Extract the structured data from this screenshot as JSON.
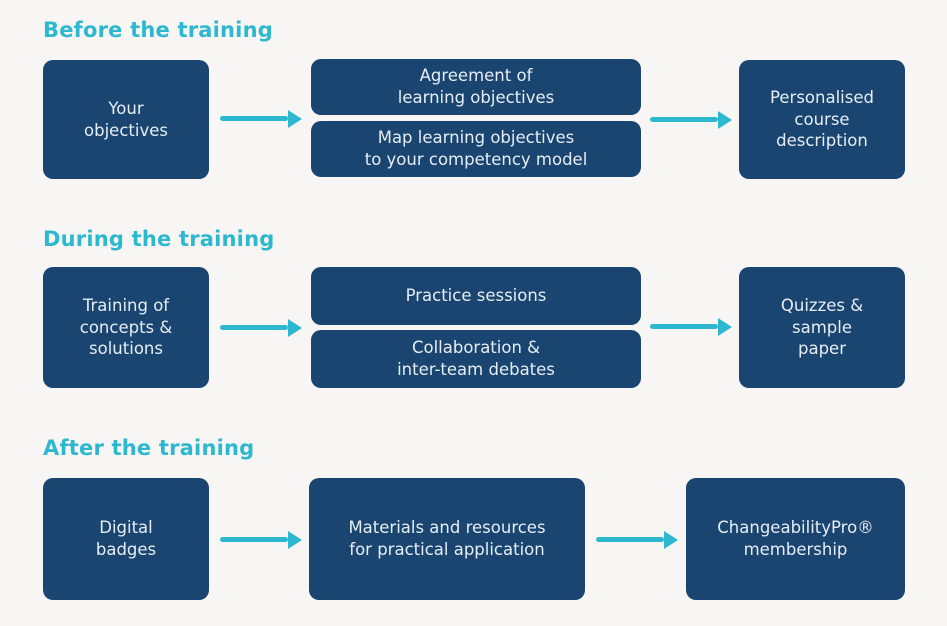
{
  "colors": {
    "background": "#f7f6f4",
    "box_fill": "#1a4570",
    "box_text": "#e6edf4",
    "accent": "#2eb8cf"
  },
  "sections": [
    {
      "heading": "Before the training",
      "left_box": "Your\nobjectives",
      "middle_boxes": [
        "Agreement of\nlearning objectives",
        "Map learning objectives\nto your competency model"
      ],
      "right_box": "Personalised\ncourse\ndescription"
    },
    {
      "heading": "During the training",
      "left_box": "Training of\nconcepts &\nsolutions",
      "middle_boxes": [
        "Practice sessions",
        "Collaboration &\ninter-team debates"
      ],
      "right_box": "Quizzes &\nsample\npaper"
    },
    {
      "heading": "After the training",
      "left_box": "Digital\nbadges",
      "middle_boxes": [
        "Materials and resources\nfor practical application"
      ],
      "right_box": "ChangeabilityPro®\nmembership"
    }
  ]
}
